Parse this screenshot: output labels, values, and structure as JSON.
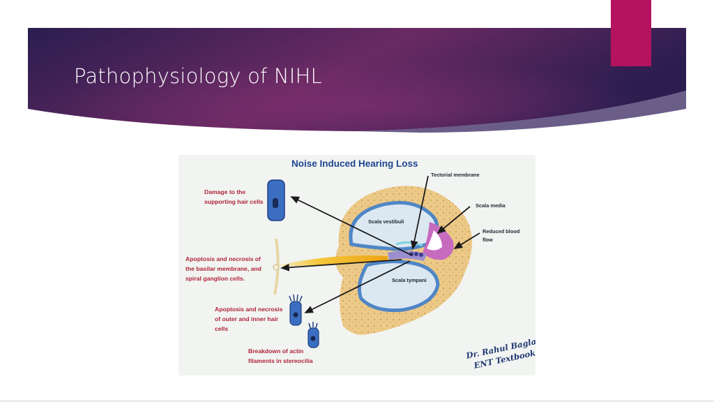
{
  "slide": {
    "title": "Pathophysiology of NIHL"
  },
  "figure": {
    "heading": "Noise Induced Hearing Loss",
    "labels_left": {
      "damage": [
        "Damage to the",
        "supporting hair cells"
      ],
      "apoptosis_basilar": [
        "Apoptosis and necrosis of",
        "the basilar membrane, and",
        "spiral ganglion cells."
      ],
      "apoptosis_hair": [
        "Apoptosis and necrosis",
        "of outer and inner hair",
        "cells"
      ],
      "breakdown": [
        "Breakdown of actin",
        "filaments in stereocilia"
      ]
    },
    "labels_right": {
      "tectorial": "Tectorial membrane",
      "scala_media": "Scala media",
      "reduced_blood": [
        "Reduced blood",
        "flow"
      ]
    },
    "labels_inner": {
      "scala_vestibuli": "Scala vestibuli",
      "scala_tympani": "Scala tympani"
    },
    "signature": [
      "Dr. Rahul Bagla",
      "ENT Textbook"
    ]
  },
  "colors": {
    "banner_dark": "#2b1d4f",
    "banner_mid": "#6a2a63",
    "accent": "#b5135f",
    "bone": "#ecc986",
    "scala_fill": "#dbe7f1",
    "scala_edge": "#4f86c6",
    "media": "#c76bbf",
    "nerve": "#f2b517"
  }
}
